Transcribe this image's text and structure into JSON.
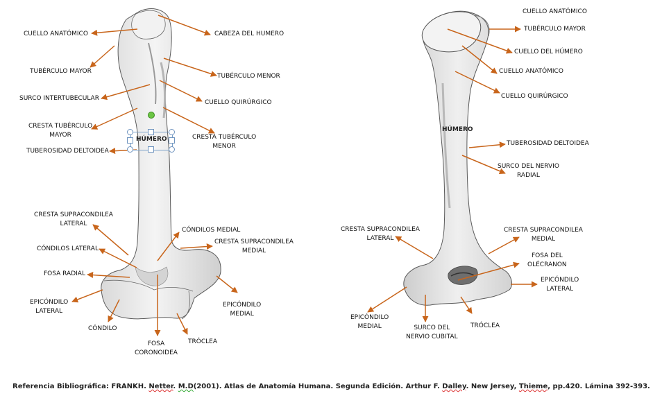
{
  "colors": {
    "arrow": "#c8651b",
    "bone_fill": "#ececec",
    "bone_stroke": "#555555"
  },
  "left_figure": {
    "bone_label": "HÚMERO",
    "labels": {
      "cuello_anatomico": "CUELLO ANATÓMICO",
      "cabeza_humero": "CABEZA DEL HUMERO",
      "tuberculo_mayor": "TUBÉRCULO MAYOR",
      "tuberculo_menor": "TUBÉRCULO MENOR",
      "surco_intertubecular": "SURCO INTERTUBECULAR",
      "cuello_quirurgico": "CUELLO QUIRÚRGICO",
      "cresta_tuberculo_mayor": "CRESTA TUBÉRCULO\nMAYOR",
      "cresta_tuberculo_menor": "CRESTA TUBÉRCULO\nMENOR",
      "tuberosidad_deltoidea": "TUBEROSIDAD DELTOIDEA",
      "cresta_supracondilea_lateral": "CRESTA SUPRACONDILEA\nLATERAL",
      "condilos_medial": "CÓNDILOS MEDIAL",
      "cresta_supracondilea_medial": "CRESTA SUPRACONDILEA\nMEDIAL",
      "condilos_lateral": "CÓNDILOS LATERAL",
      "fosa_radial": "FOSA RADIAL",
      "epicondilo_lateral": "EPICÓNDILO\nLATERAL",
      "epicondilo_medial": "EPICÓNDILO\nMEDIAL",
      "condilo": "CÓNDILO",
      "fosa_coronoidea": "FOSA\nCORONOIDEA",
      "troclea": "TRÓCLEA"
    }
  },
  "right_figure": {
    "bone_label": "HÚMERO",
    "labels": {
      "cuello_anatomico_top": "CUELLO ANATÓMICO",
      "tuberculo_mayor": "TUBÉRCULO MAYOR",
      "cuello_humero": "CUELLO DEL HÚMERO",
      "cuello_anatomico": "CUELLO ANATÓMICO",
      "cuello_quirurgico": "CUELLO QUIRÚRGICO",
      "tuberosidad_deltoidea": "TUBEROSIDAD DELTOIDEA",
      "surco_nervio_radial": "SURCO DEL NERVIO\nRADIAL",
      "cresta_supracondilea_lateral": "CRESTA SUPRACONDILEA\nLATERAL",
      "cresta_supracondilea_medial": "CRESTA SUPRACONDILEA\nMEDIAL",
      "fosa_olecranon": "FOSA DEL\nOLÉCRANON",
      "epicondilo_lateral": "EPICÓNDILO\nLATERAL",
      "epicondilo_medial": "EPICÓNDILO\nMEDIAL",
      "surco_nervio_cubital": "SURCO DEL\nNERVIO CUBITAL",
      "troclea": "TRÓCLEA"
    }
  },
  "reference": {
    "prefix": "Referencia Bibliográfica: FRANKH. ",
    "netter": "Netter",
    "sep1": ". ",
    "md": "M.D",
    "middle": "(2001). Atlas de Anatomía Humana. Segunda Edición. Arthur F. ",
    "dalley": "Dalley",
    "middle2": ". New Jersey, ",
    "thieme": "Thieme",
    "suffix": ", pp.420. Lámina 392-393."
  }
}
